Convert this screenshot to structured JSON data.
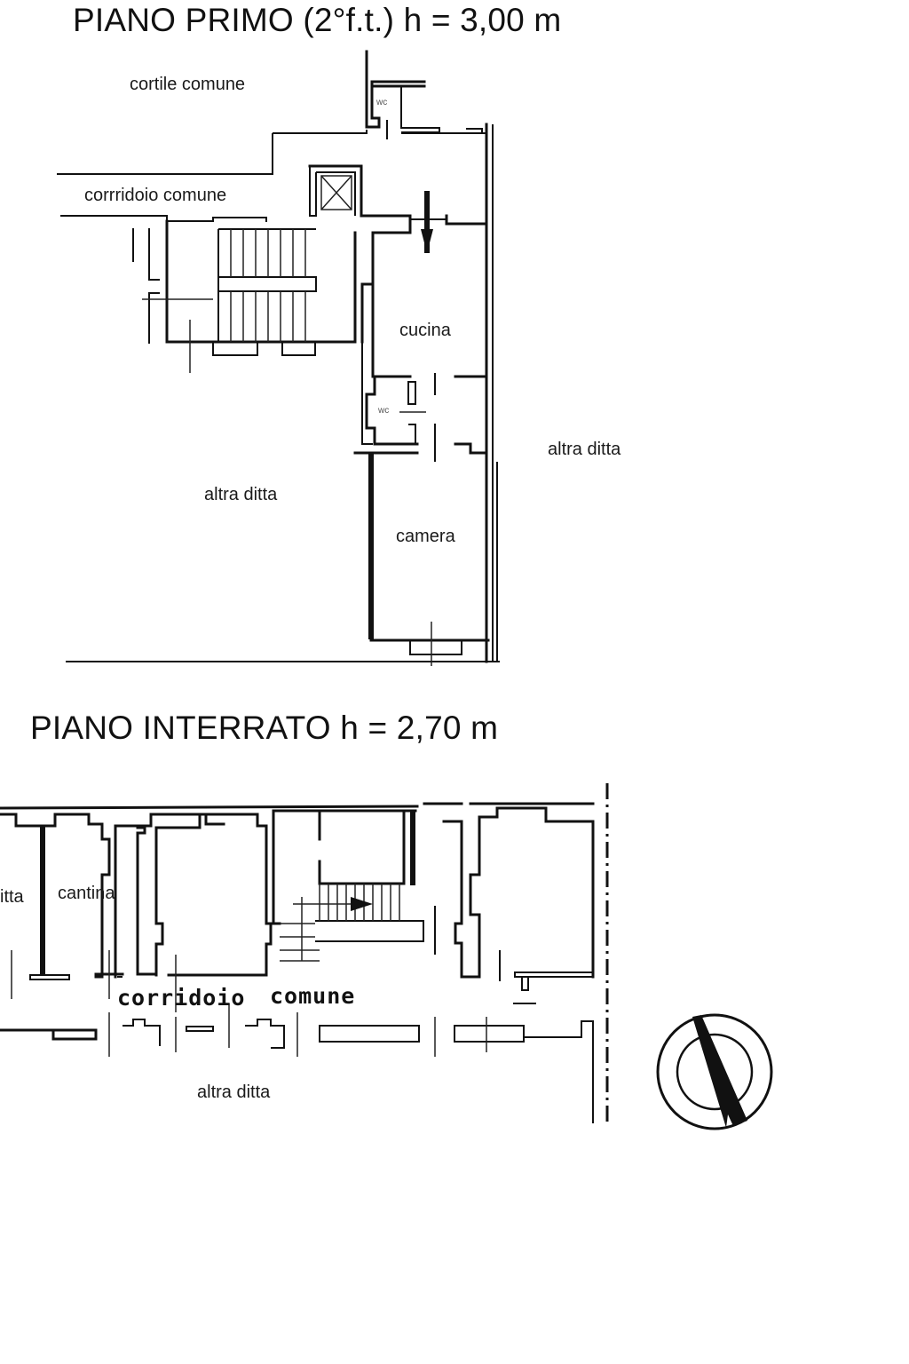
{
  "first_floor": {
    "title": "PIANO PRIMO (2°f.t.) h = 3,00 m",
    "rooms": {
      "cortile": "cortile comune",
      "corridoio": "corrridoio comune",
      "wc_top": "wc",
      "cucina": "cucina",
      "wc_mid": "wc",
      "camera": "camera",
      "altra_ditta_left": "altra ditta",
      "altra_ditta_right": "altra ditta"
    }
  },
  "basement": {
    "title": "PIANO INTERRATO h = 2,70 m",
    "rooms": {
      "altra_ditta_partial": "itta",
      "cantina": "cantina",
      "corridoio": "corridoio",
      "comune": "comune",
      "altra_ditta_bottom": "altra ditta"
    }
  },
  "compass": {
    "icon": "north-arrow-icon"
  }
}
